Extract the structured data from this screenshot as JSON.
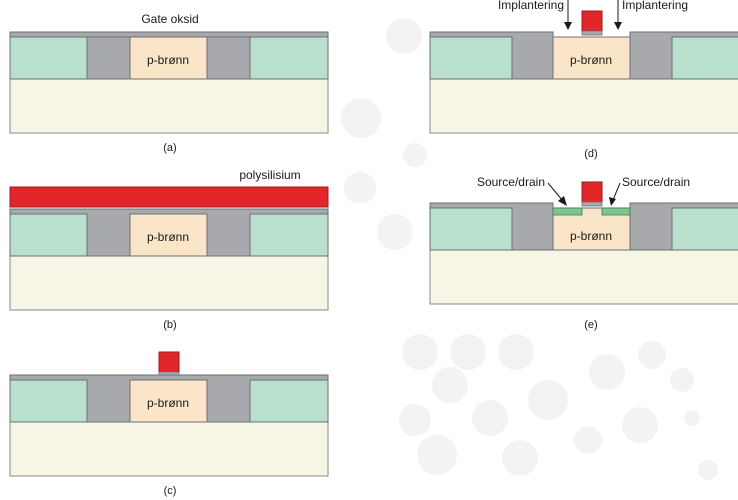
{
  "panels": {
    "a": {
      "caption": "(a)",
      "label": "Gate oksid",
      "well_label": "p-brønn"
    },
    "b": {
      "caption": "(b)",
      "label": "polysilisium",
      "well_label": "p-brønn"
    },
    "c": {
      "caption": "(c)",
      "well_label": "p-brønn"
    },
    "d": {
      "caption": "(d)",
      "label_left": "Implantering",
      "label_right": "Implantering",
      "well_label": "p-brønn"
    },
    "e": {
      "caption": "(e)",
      "label_left": "Source/drain",
      "label_right": "Source/drain",
      "well_label": "p-brønn"
    }
  },
  "colors": {
    "substrate": "#f7f5e6",
    "oxide": "#a7a9ad",
    "green_region": "#b8e0cd",
    "p_well": "#fbe5c8",
    "polysilicon": "#e3262a",
    "source_drain": "#7cc58f"
  }
}
